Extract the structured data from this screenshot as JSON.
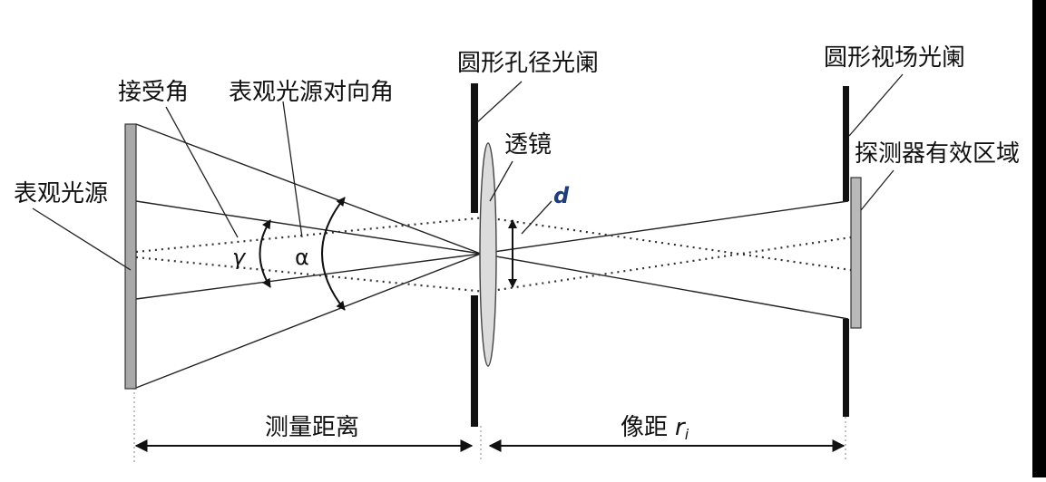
{
  "labels": {
    "apparent_source": "表观光源",
    "acceptance_angle": "接受角",
    "subtended_angle": "表观光源对向角",
    "aperture_stop": "圆形孔径光阑",
    "lens": "透镜",
    "field_stop": "圆形视场光阑",
    "detector_area": "探测器有效区域",
    "measuring_distance": "测量距离",
    "image_distance": "像距",
    "image_distance_symbol": "r",
    "image_distance_subscript": "i",
    "diameter_symbol": "d",
    "gamma_symbol": "γ",
    "alpha_symbol": "α"
  },
  "colors": {
    "ink": "#111111",
    "source_fill": "#a9a9a9",
    "detector_fill": "#b9b9b9",
    "lens_fill": "#dcdcdc",
    "diameter_label": "#1f3f7a",
    "right_edge_bar": "#000000"
  }
}
